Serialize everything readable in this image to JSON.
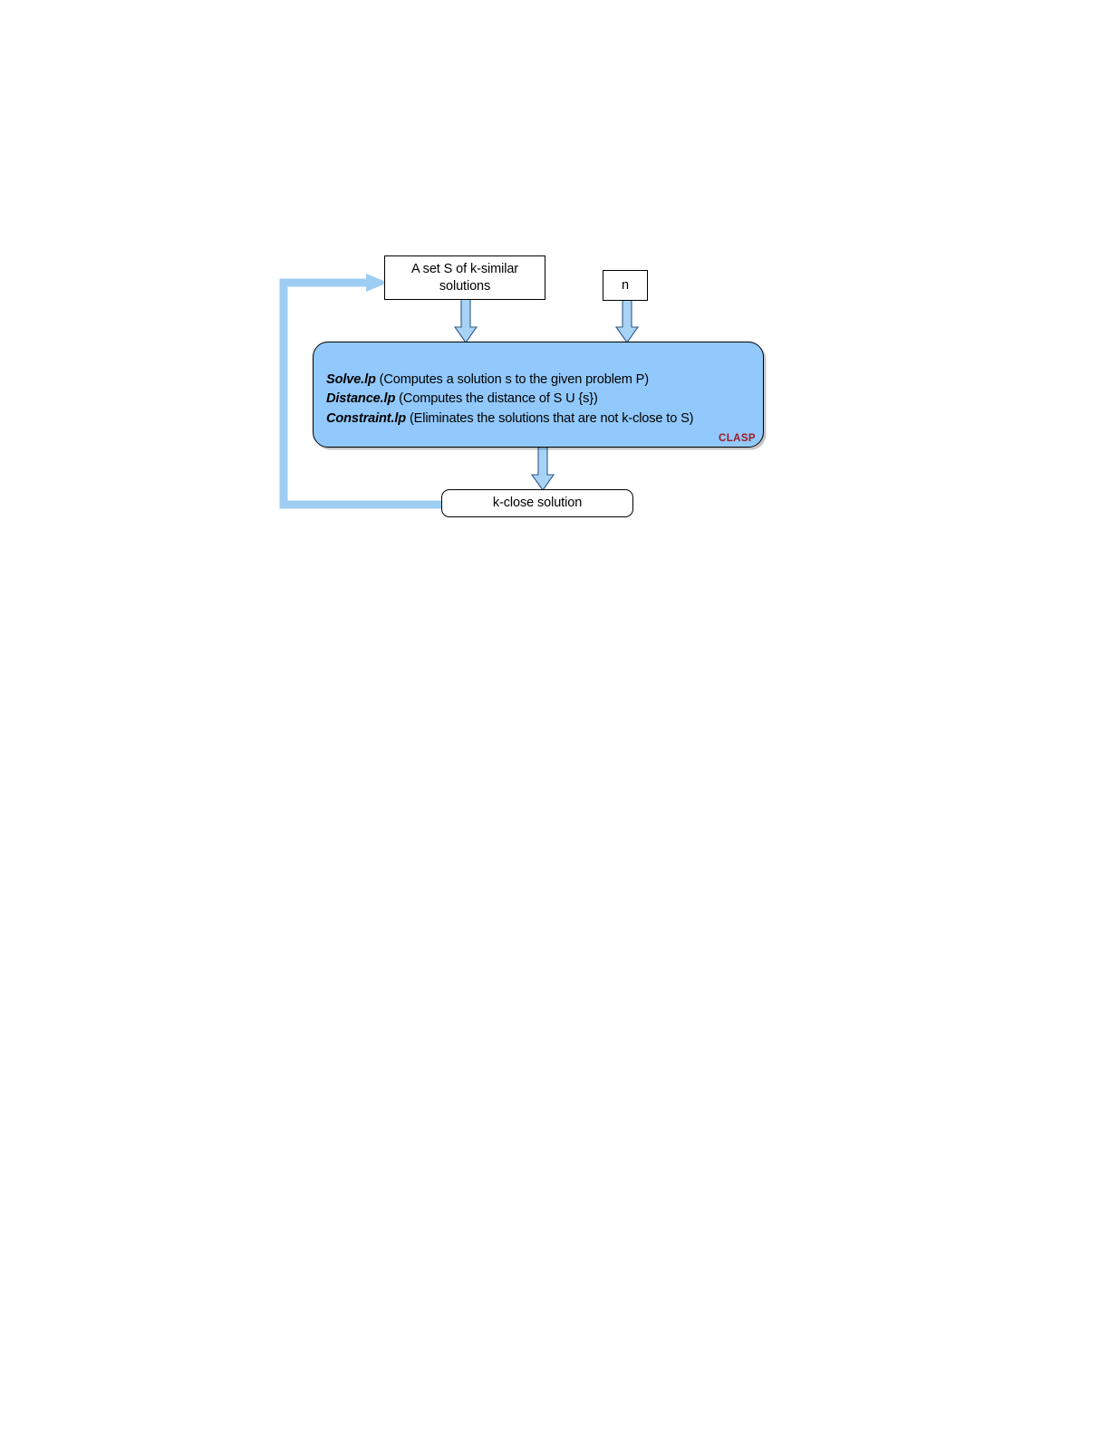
{
  "diagram": {
    "title": "CLASP k-close solution loop",
    "colors": {
      "solver_block_fill": "#92C9FC",
      "arrow_fill": "#A8D3F7",
      "arrow_stroke": "#2F5B87",
      "feedback_line": "#9DCDF2",
      "node_border": "#000000",
      "wordmark": "#9E1A24"
    },
    "nodes": {
      "set_s": {
        "label": "A set S of k-similar solutions",
        "line1": "A set S of k-similar",
        "line2": "solutions"
      },
      "n": {
        "label": "n"
      },
      "k_close": {
        "label": "k-close solution"
      },
      "solver_block": {
        "wordmark": "CLASP",
        "rules": [
          {
            "name": "Solve.lp",
            "description": " (Computes a solution s to the given problem P)"
          },
          {
            "name": "Distance.lp",
            "description": " (Computes the distance of S U {s})"
          },
          {
            "name": "Constraint.lp",
            "description": " (Eliminates the solutions that are not k-close to S)"
          }
        ]
      }
    },
    "edges": {
      "set_s_to_solver": "A set S of k-similar solutions into CLASP block",
      "n_to_solver": "n into CLASP block",
      "solver_to_k_close": "CLASP block to k-close solution",
      "k_close_to_set_s": "k-close solution feedback to A set S of k-similar solutions"
    }
  }
}
